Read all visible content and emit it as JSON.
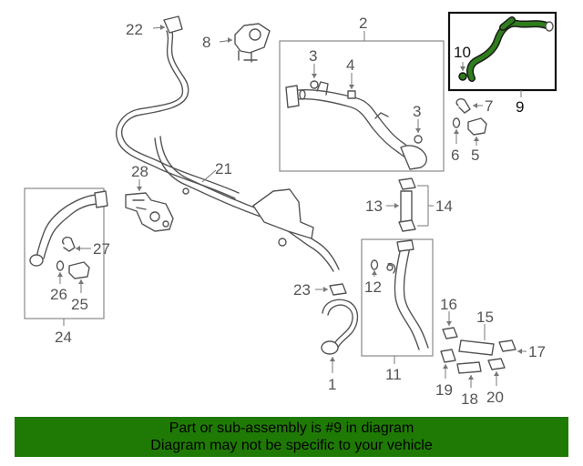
{
  "labels": {
    "p1": "1",
    "p2": "2",
    "p3a": "3",
    "p3b": "3",
    "p4": "4",
    "p5": "5",
    "p6": "6",
    "p7": "7",
    "p8": "8",
    "p9": "9",
    "p10": "10",
    "p11": "11",
    "p12": "12",
    "p13": "13",
    "p14": "14",
    "p15": "15",
    "p16": "16",
    "p17": "17",
    "p18": "18",
    "p19": "19",
    "p20": "20",
    "p21": "21",
    "p22": "22",
    "p23": "23",
    "p24": "24",
    "p25": "25",
    "p26": "26",
    "p27": "27",
    "p28": "28"
  },
  "highlight": {
    "part": "9",
    "color": "#2f7d1c"
  },
  "banner": {
    "line1": "Part or sub-assembly is #9 in diagram",
    "line2": "Diagram may not be specific to your vehicle",
    "color": "#1f7a05"
  }
}
